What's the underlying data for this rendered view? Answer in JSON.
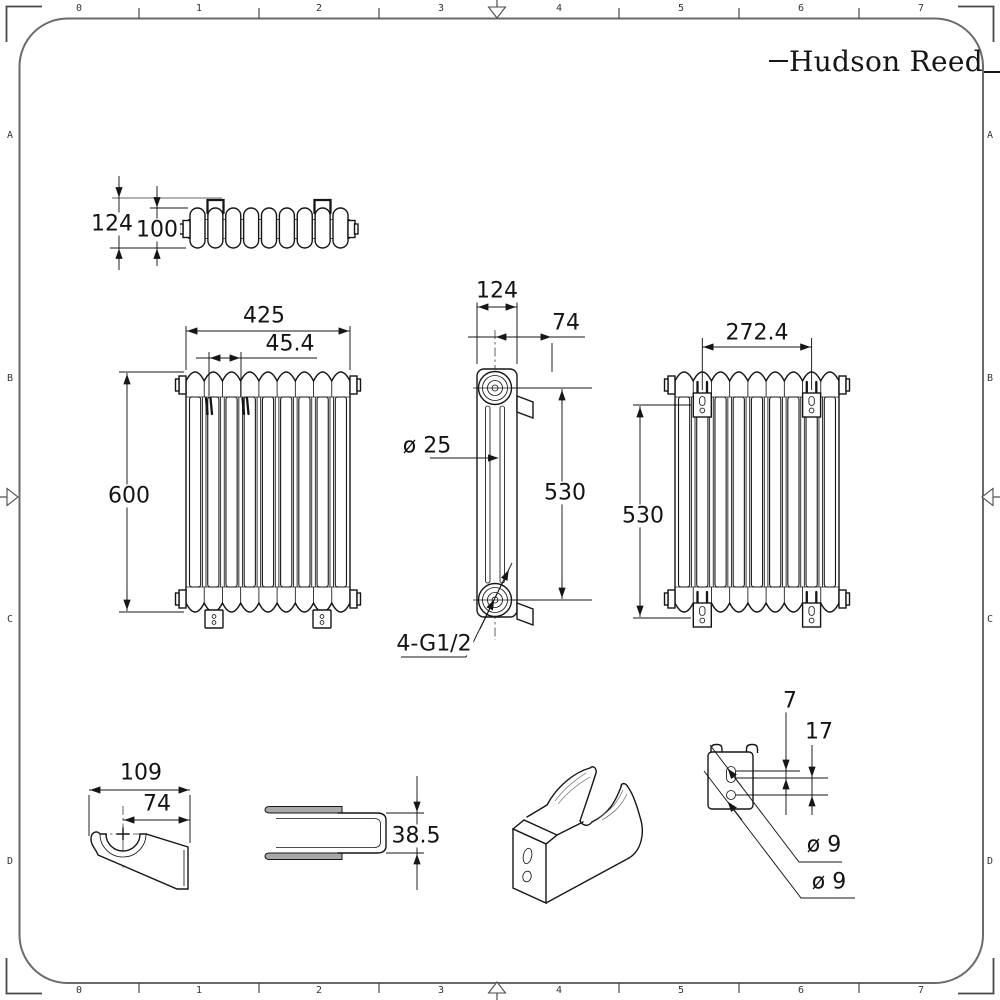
{
  "brand": {
    "name": "Hudson Reed"
  },
  "frame": {
    "ruler_top": [
      "0",
      "1",
      "2",
      "3",
      "4",
      "5",
      "6",
      "7"
    ],
    "ruler_bottom": [
      "0",
      "1",
      "2",
      "3",
      "4",
      "5",
      "6",
      "7"
    ],
    "rows_left": [
      "A",
      "B",
      "C",
      "D"
    ],
    "rows_right": [
      "A",
      "B",
      "C",
      "D"
    ]
  },
  "views": {
    "top_view": {
      "overall_depth": "124",
      "column_depth": "100"
    },
    "front_view": {
      "overall_width": "425",
      "section_pitch": "45.4",
      "overall_height": "600"
    },
    "side_view": {
      "overall_depth": "124",
      "wall_offset": "74",
      "column_diameter": "ø 25",
      "connection_spacing": "530",
      "connections": "4-G1/2"
    },
    "rear_view": {
      "bracket_spacing": "272.4",
      "bracket_vertical_spacing": "530"
    },
    "bracket_side_view": {
      "overall_length": "109",
      "cradle_offset": "74"
    },
    "bracket_top_view": {
      "channel_width": "38.5"
    },
    "bracket_front_view": {
      "slot_travel": "7",
      "hole_spacing": "17",
      "slot_diameter": "ø 9",
      "hole_diameter": "ø 9"
    }
  },
  "colors": {
    "line": "#161616",
    "frame": "#6a6a6a",
    "accent_gray": "#9a9a9a",
    "background": "#ffffff"
  }
}
